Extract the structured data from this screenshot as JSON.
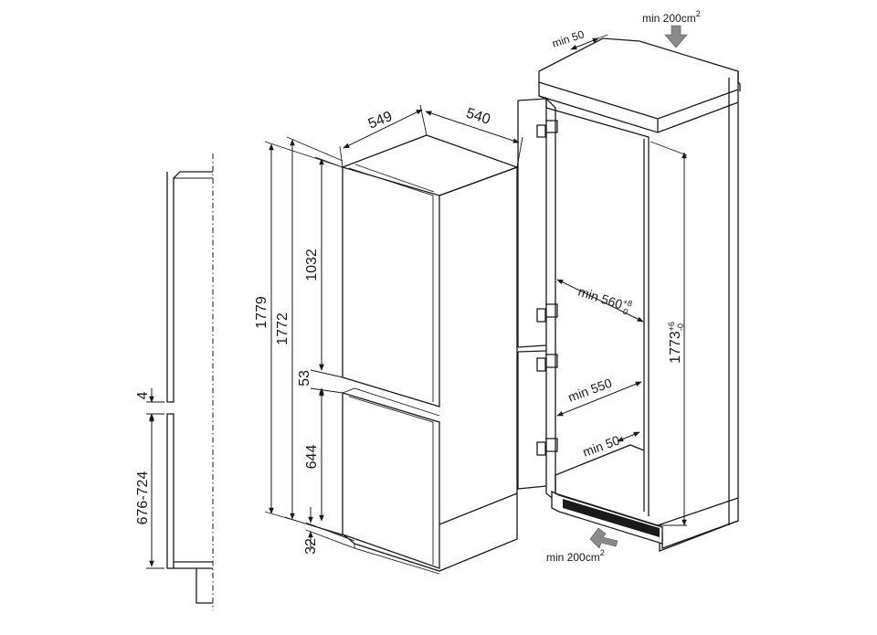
{
  "left_detail": {
    "gap": "4",
    "door_height": "676-724"
  },
  "fridge": {
    "height_total": "1779",
    "height_body": "1772",
    "upper_door": "1032",
    "door_gap": "53",
    "lower_door": "644",
    "base": "32",
    "depth": "549",
    "width": "540"
  },
  "niche": {
    "top_depth_min": "min 50",
    "top_vent_min": "min 200cm",
    "top_vent_sup": "2",
    "width_min": "min 560",
    "width_min_tol_upper": "+8",
    "width_min_tol_lower": "-0",
    "depth_min": "min 550",
    "rear_gap_min": "min 50",
    "height": "1773",
    "height_tol_upper": "+6",
    "height_tol_lower": "-0",
    "bottom_vent_min": "min 200cm",
    "bottom_vent_sup": "2"
  },
  "colors": {
    "line": "#1a1a1a",
    "airflow_arrow": "#8a8a8a",
    "vent_grille": "#1a1a1a"
  }
}
